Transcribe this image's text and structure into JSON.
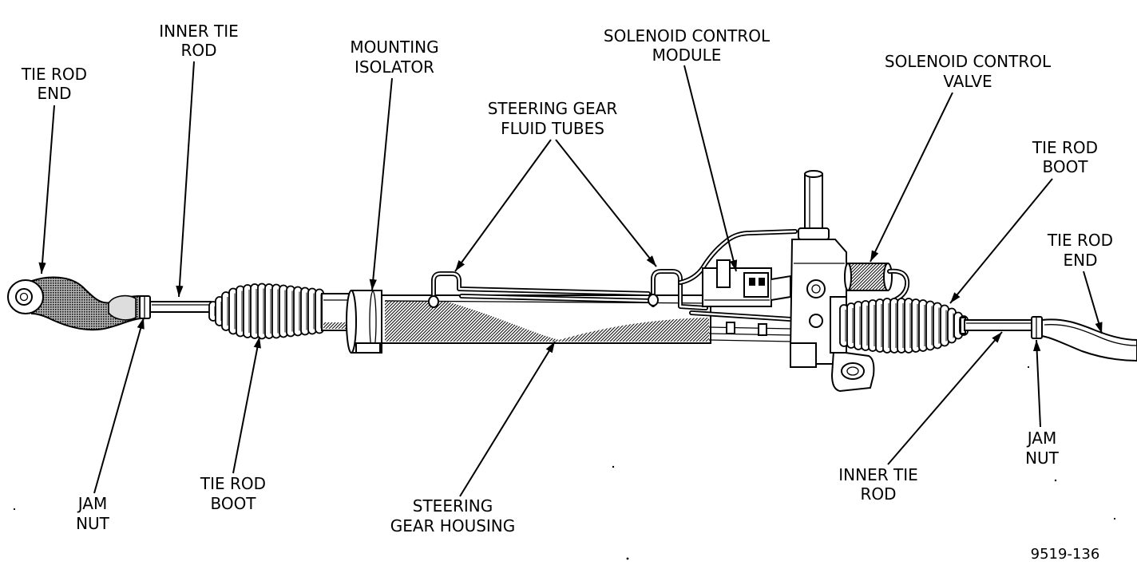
{
  "labels": {
    "tie_rod_end_left": {
      "line1": "TIE ROD",
      "line2": "END"
    },
    "inner_tie_rod_left": {
      "line1": "INNER TIE",
      "line2": "ROD"
    },
    "mounting_isolator": {
      "line1": "MOUNTING",
      "line2": "ISOLATOR"
    },
    "steering_gear_fluid_tubes": {
      "line1": "STEERING GEAR",
      "line2": "FLUID TUBES"
    },
    "solenoid_control_module": {
      "line1": "SOLENOID CONTROL",
      "line2": "MODULE"
    },
    "solenoid_control_valve": {
      "line1": "SOLENOID CONTROL",
      "line2": "VALVE"
    },
    "tie_rod_boot_right": {
      "line1": "TIE ROD",
      "line2": "BOOT"
    },
    "tie_rod_end_right": {
      "line1": "TIE ROD",
      "line2": "END"
    },
    "jam_nut_left": {
      "line1": "JAM",
      "line2": "NUT"
    },
    "tie_rod_boot_left": {
      "line1": "TIE ROD",
      "line2": "BOOT"
    },
    "steering_gear_housing": {
      "line1": "STEERING",
      "line2": "GEAR HOUSING"
    },
    "inner_tie_rod_right": {
      "line1": "INNER TIE",
      "line2": "ROD"
    },
    "jam_nut_right": {
      "line1": "JAM",
      "line2": "NUT"
    }
  },
  "figure": {
    "number": "9519-136"
  },
  "colors": {
    "ink": "#000000",
    "paper": "#ffffff"
  }
}
